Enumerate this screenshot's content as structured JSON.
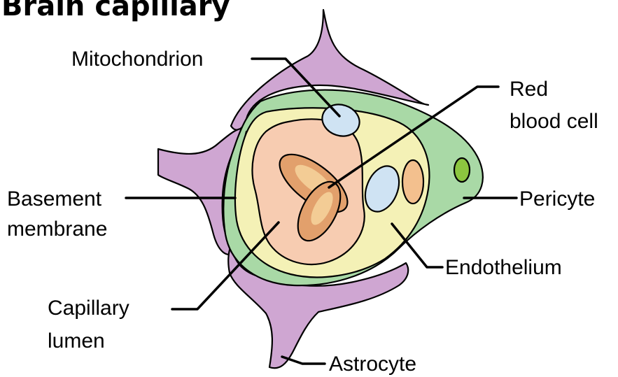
{
  "diagram": {
    "title": "Brain capillary",
    "labels": {
      "mitochondrion": "Mitochondrion",
      "red_blood_cell_line1": "Red",
      "red_blood_cell_line2": "blood cell",
      "basement_membrane_line1": "Basement",
      "basement_membrane_line2": "membrane",
      "pericyte": "Pericyte",
      "endothelium": "Endothelium",
      "capillary_lumen_line1": "Capillary",
      "capillary_lumen_line2": "lumen",
      "astrocyte": "Astrocyte"
    },
    "colors": {
      "astrocyte": "#cfa6d2",
      "pericyte": "#a9d9a6",
      "basement_membrane": "#cfe3f3",
      "endothelium": "#f4f1b6",
      "lumen": "#f7ccb1",
      "red_blood_cell_outer": "#e2a06c",
      "red_blood_cell_inner": "#f3cc95",
      "mitochondrion": "#cfe3f3",
      "endothelial_organelle": "#f3c08e",
      "pericyte_nucleus": "#8cc63f"
    }
  }
}
